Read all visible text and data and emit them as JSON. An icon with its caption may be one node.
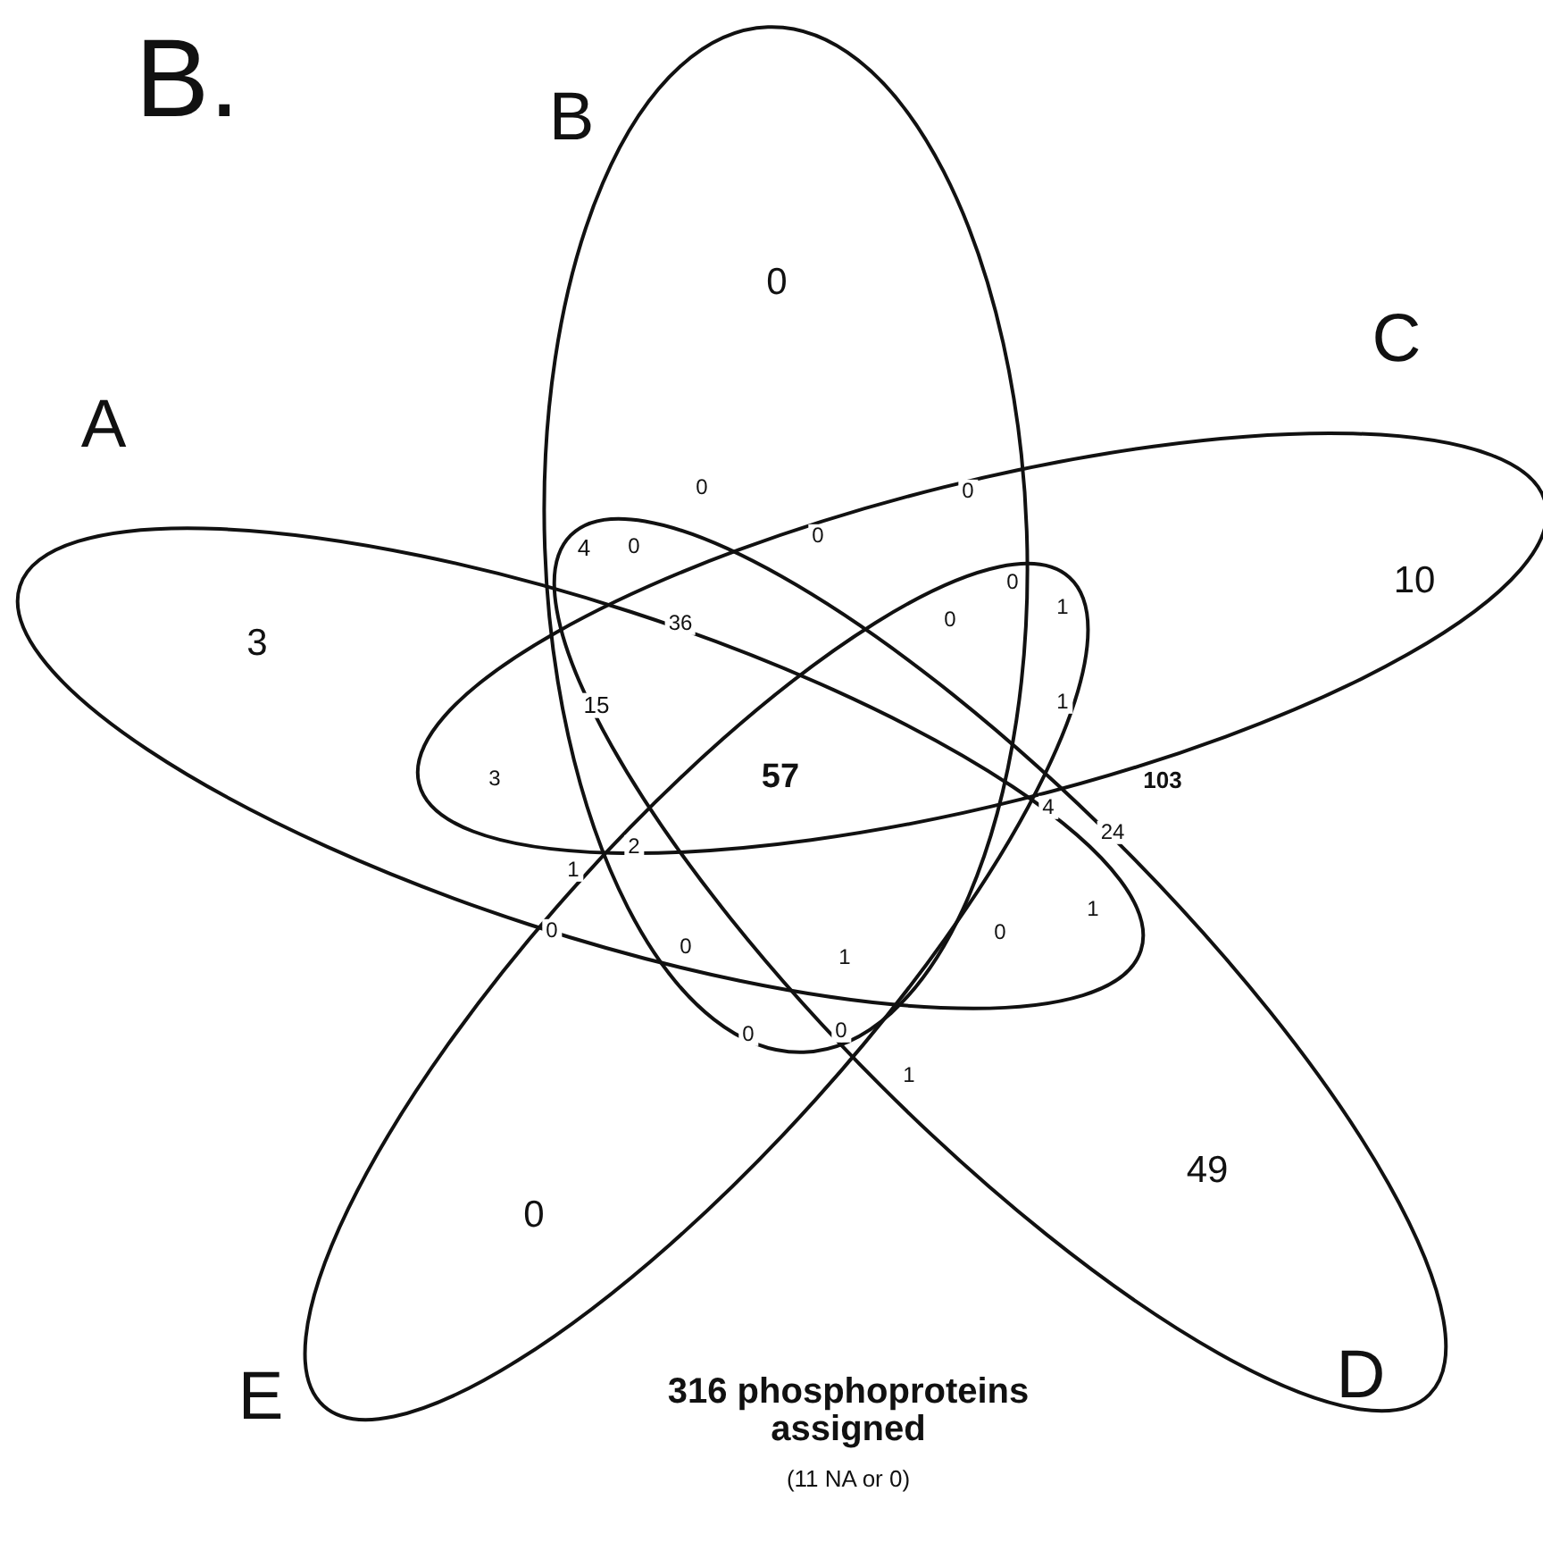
{
  "diagram": {
    "nodes": [
      {
        "text": [
          "A"
        ]
      },
      {
        "text": [
          "B"
        ]
      },
      {
        "text": [
          "C"
        ]
      },
      {
        "text": [
          "D"
        ]
      },
      {
        "text": [
          "E"
        ]
      }
    ],
    "edges": [],
    "labels": [
      "B.",
      "0",
      "0",
      "0",
      "0",
      "4",
      "0",
      "36",
      "0",
      "1",
      "10",
      "3",
      "0",
      "15",
      "1",
      "3",
      "57",
      "103",
      "4",
      "24",
      "2",
      "1",
      "1",
      "0",
      "0",
      "0",
      "1",
      "0",
      "0",
      "1",
      "49",
      "0",
      "316 phosphoproteins assigned",
      "(11 NA or 0)"
    ]
  }
}
